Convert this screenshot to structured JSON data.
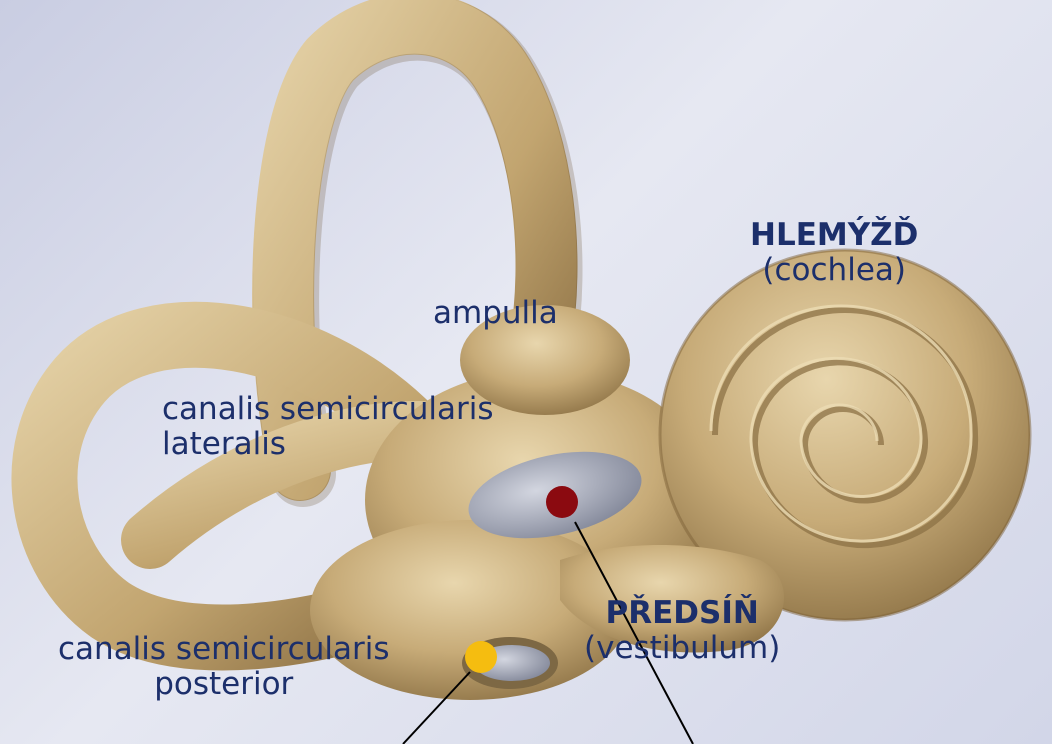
{
  "labels": {
    "ampulla": "ampulla",
    "canalis_lateralis": {
      "line1": "canalis semicircularis",
      "line2": "lateralis"
    },
    "canalis_posterior": {
      "line1": "canalis semicircularis",
      "line2": "posterior"
    },
    "cochlea": {
      "title": "HLEMÝŽĎ",
      "latin": "(cochlea)"
    },
    "vestibulum": {
      "title": "PŘEDSÍŇ",
      "latin": "(vestibulum)"
    }
  },
  "markers": {
    "oval_window_color": "#8b0a10",
    "round_window_color": "#f5bd10"
  },
  "colors": {
    "label_text": "#1c2f6b",
    "bone": "#c4a878",
    "bone_dark": "#8c7246",
    "membrane": "#aeb2c0"
  }
}
